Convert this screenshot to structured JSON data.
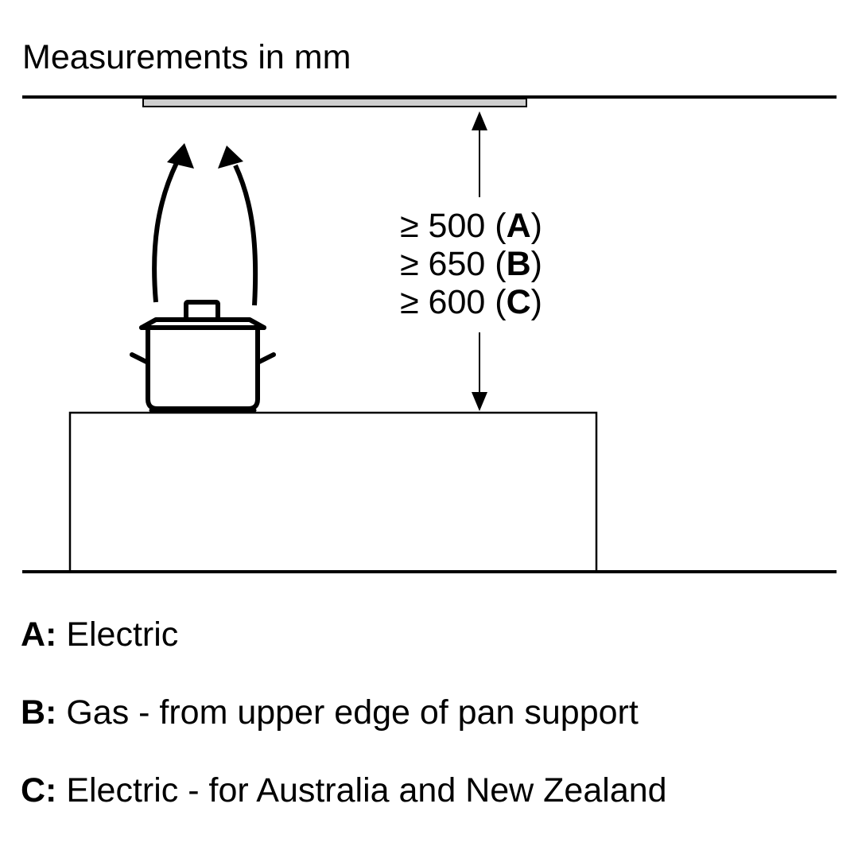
{
  "title": "Measurements in mm",
  "dimension": {
    "symbol": "≥",
    "lines": [
      {
        "value": "≥ 500 (",
        "letter": "A",
        "close": ")"
      },
      {
        "value": "≥ 650 (",
        "letter": "B",
        "close": ")"
      },
      {
        "value": "≥ 600 (",
        "letter": "C",
        "close": ")"
      }
    ]
  },
  "legend": [
    {
      "key": "A:",
      "text": "Electric"
    },
    {
      "key": "B:",
      "text": "Gas - from upper edge of pan support"
    },
    {
      "key": "C:",
      "text": "Electric - for Australia and New Zealand"
    }
  ],
  "colors": {
    "line": "#000000",
    "hood": "#cfcfcf"
  }
}
